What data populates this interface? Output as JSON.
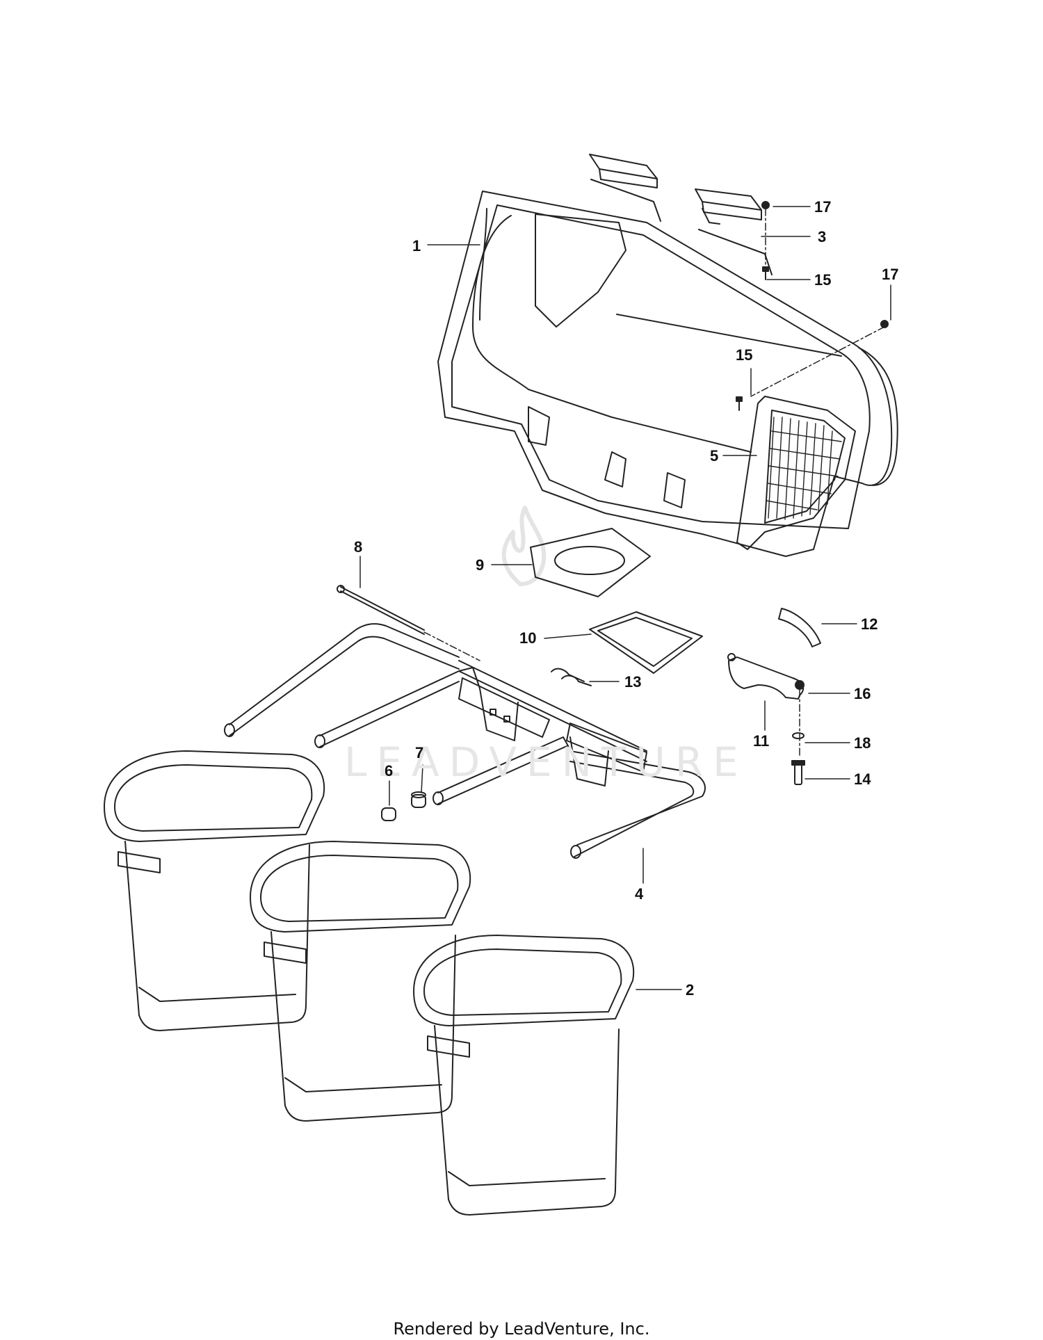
{
  "diagram": {
    "callouts": [
      "1",
      "2",
      "3",
      "4",
      "5",
      "6",
      "7",
      "8",
      "9",
      "10",
      "11",
      "12",
      "13",
      "14",
      "15",
      "15",
      "16",
      "17",
      "17",
      "18"
    ],
    "watermark": "LEADVENTURE"
  },
  "footer": {
    "text": "Rendered by LeadVenture, Inc."
  }
}
